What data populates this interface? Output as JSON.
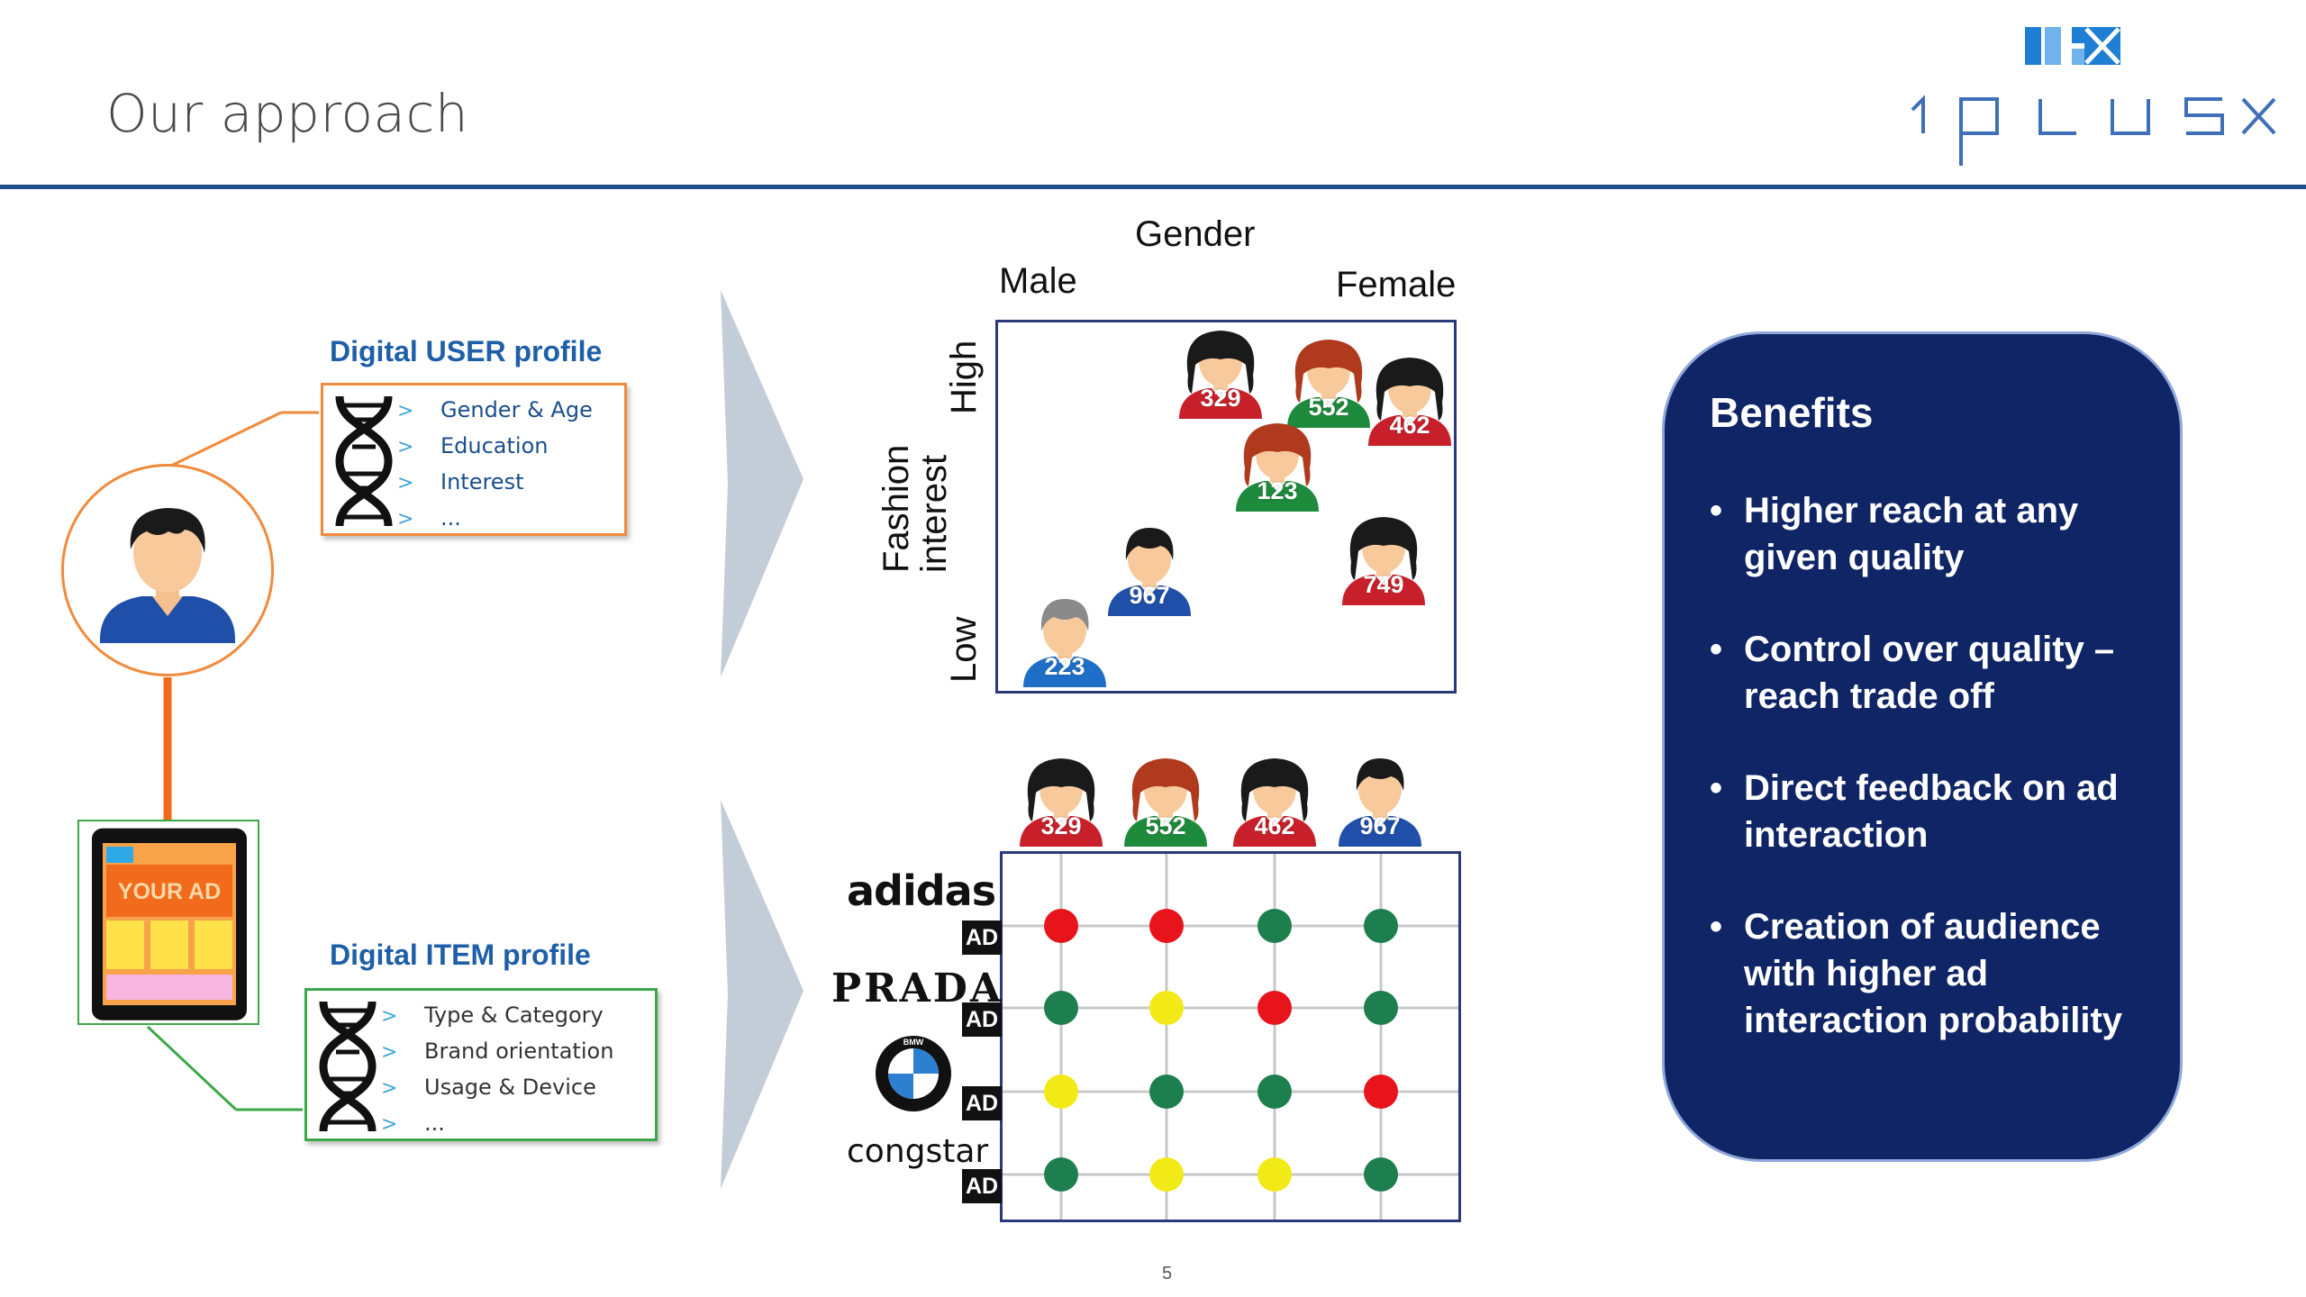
{
  "slide": {
    "title": "Our approach",
    "page_number": "5"
  },
  "brand": {
    "wordmark": "1PLUSX",
    "colors": {
      "squares": "#1f7fd4",
      "wordmark": "#3f6fb8"
    }
  },
  "user_profile": {
    "title": "Digital USER profile",
    "items": [
      "Gender & Age",
      "Education",
      "Interest",
      "..."
    ],
    "marker": ">"
  },
  "item_profile": {
    "title": "Digital ITEM profile",
    "items": [
      "Type & Category",
      "Brand orientation",
      "Usage & Device",
      "..."
    ],
    "marker": ">"
  },
  "tablet": {
    "ad_text": "YOUR AD"
  },
  "scatter": {
    "x_title": "Gender",
    "x_left": "Male",
    "x_right": "Female",
    "y_title": "Fashion interest",
    "y_low": "Low",
    "y_high": "High"
  },
  "people": [
    {
      "label": "329",
      "gender": "female",
      "shirt": "#c8202b",
      "hair": "#1a1a1a"
    },
    {
      "label": "552",
      "gender": "female",
      "shirt": "#1e8a3c",
      "hair": "#b03a1e"
    },
    {
      "label": "462",
      "gender": "female",
      "shirt": "#c8202b",
      "hair": "#1a1a1a"
    },
    {
      "label": "123",
      "gender": "female",
      "shirt": "#1e8a3c",
      "hair": "#b03a1e"
    },
    {
      "label": "967",
      "gender": "male",
      "shirt": "#1f4fa8",
      "hair": "#1a1a1a"
    },
    {
      "label": "749",
      "gender": "female",
      "shirt": "#c8202b",
      "hair": "#1a1a1a"
    },
    {
      "label": "223",
      "gender": "male",
      "shirt": "#1f6fc8",
      "hair": "#8a8a8a"
    }
  ],
  "matrix": {
    "columns": [
      {
        "label": "329",
        "gender": "female",
        "shirt": "#c8202b",
        "hair": "#1a1a1a"
      },
      {
        "label": "552",
        "gender": "female",
        "shirt": "#1e8a3c",
        "hair": "#b03a1e"
      },
      {
        "label": "462",
        "gender": "female",
        "shirt": "#c8202b",
        "hair": "#1a1a1a"
      },
      {
        "label": "967",
        "gender": "male",
        "shirt": "#1f4fa8",
        "hair": "#1a1a1a"
      }
    ],
    "rows": [
      {
        "brand": "adidas",
        "ad": "AD",
        "dots": [
          "red",
          "red",
          "green",
          "green"
        ]
      },
      {
        "brand": "PRADA",
        "ad": "AD",
        "dots": [
          "green",
          "yellow",
          "red",
          "green"
        ]
      },
      {
        "brand": "BMW",
        "ad": "AD",
        "dots": [
          "yellow",
          "green",
          "green",
          "red"
        ]
      },
      {
        "brand": "congstar",
        "ad": "AD",
        "dots": [
          "green",
          "yellow",
          "yellow",
          "green"
        ]
      }
    ],
    "dot_colors": {
      "red": "#e8141c",
      "green": "#1e7f4e",
      "yellow": "#f2ea16"
    }
  },
  "benefits": {
    "title": "Benefits",
    "items": [
      "Higher reach at any given quality",
      "Control over quality – reach trade off",
      "Direct feedback on ad interaction",
      "Creation of audience with higher ad interaction probability"
    ]
  }
}
